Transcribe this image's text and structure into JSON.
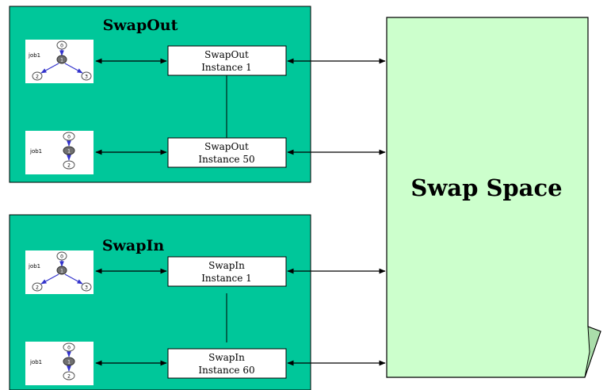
{
  "swapout": {
    "title": "SwapOut",
    "instances": [
      {
        "line1": "SwapOut",
        "line2": "Instance 1"
      },
      {
        "line1": "SwapOut",
        "line2": "Instance 50"
      }
    ]
  },
  "swapin": {
    "title": "SwapIn",
    "instances": [
      {
        "line1": "SwapIn",
        "line2": "Instance 1"
      },
      {
        "line1": "SwapIn",
        "line2": "Instance 60"
      }
    ]
  },
  "swap_space": {
    "label": "Swap Space"
  },
  "job_icons": [
    {
      "label": "job1",
      "layout": "branch",
      "nodes": [
        "0",
        "1",
        "2",
        "3"
      ]
    },
    {
      "label": "job1",
      "layout": "chain",
      "nodes": [
        "0",
        "1",
        "2"
      ]
    },
    {
      "label": "job1",
      "layout": "branch",
      "nodes": [
        "0",
        "1",
        "2",
        "3"
      ]
    },
    {
      "label": "job1",
      "layout": "chain",
      "nodes": [
        "0",
        "1",
        "2"
      ]
    }
  ],
  "colors": {
    "panel": "#00C79A",
    "swap_space_fill": "#CCFFCC",
    "job_node_dark": "#707070",
    "job_arrow": "#3333CC"
  }
}
